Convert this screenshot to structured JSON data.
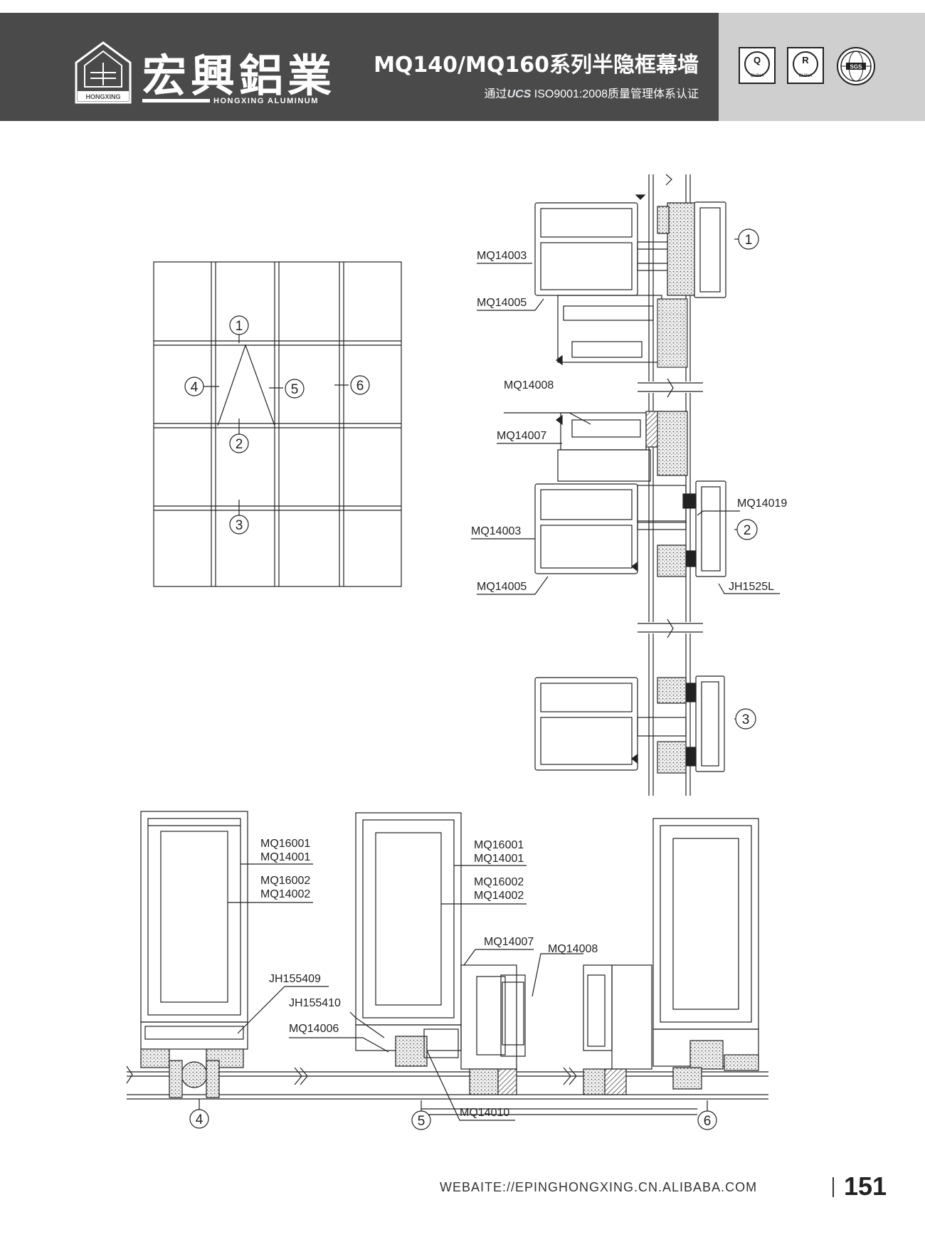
{
  "header": {
    "logo_text": "HONGXING",
    "brand_cn": "宏興鋁業",
    "brand_en": "HONGXING ALUMINUM",
    "series_title": "MQ140/MQ160系列半隐框幕墙",
    "cert_prefix": "通过",
    "cert_ucs": "UCS",
    "cert_suffix": "ISO9001:2008质量管理体系认证",
    "badges": [
      {
        "letter": "Q",
        "sub": "CHINA"
      },
      {
        "letter": "R",
        "sub": "CHINA"
      },
      {
        "letter": "SGS",
        "sub": ""
      }
    ]
  },
  "elevation": {
    "markers": [
      "1",
      "2",
      "3",
      "4",
      "5",
      "6"
    ]
  },
  "vertical_section": {
    "labels": {
      "v1_mullion": "MQ14003",
      "v1_cap": "MQ14005",
      "v_8": "MQ14008",
      "v_7": "MQ14007",
      "v2_19": "MQ14019",
      "v2_mullion": "MQ14003",
      "v2_cap": "MQ14005",
      "v2_jh": "JH1525L"
    },
    "markers": [
      "1",
      "2",
      "3"
    ]
  },
  "horizontal_section": {
    "labels": {
      "h4_a1": "MQ16001",
      "h4_a2": "MQ14001",
      "h4_b1": "MQ16002",
      "h4_b2": "MQ14002",
      "h4_jh": "JH155409",
      "h5_a1": "MQ16001",
      "h5_a2": "MQ14001",
      "h5_b1": "MQ16002",
      "h5_b2": "MQ14002",
      "h5_jh": "JH155410",
      "h5_06": "MQ14006",
      "h5_07": "MQ14007",
      "h5_08": "MQ14008",
      "h5_10": "MQ14010"
    },
    "markers": [
      "4",
      "5",
      "6"
    ]
  },
  "footer": {
    "url": "WEBAITE://EPINGHONGXING.CN.ALIBABA.COM",
    "page": "151"
  }
}
